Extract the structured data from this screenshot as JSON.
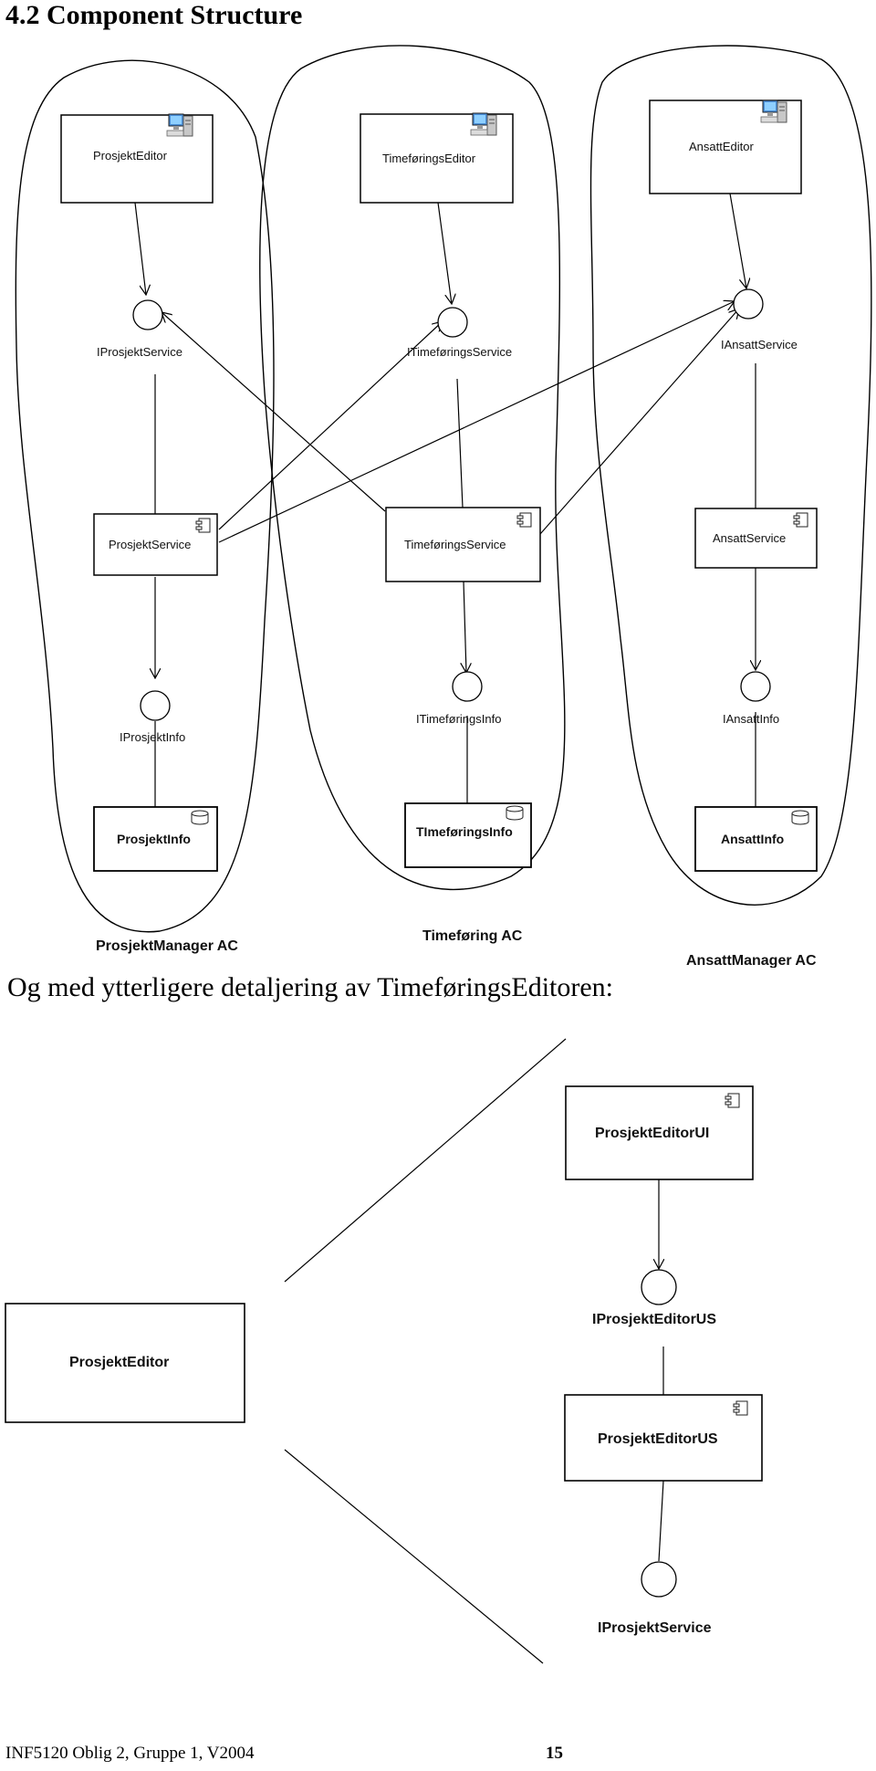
{
  "section": {
    "title": "4.2   Component Structure"
  },
  "diagram1": {
    "components": {
      "prosjekt_editor": "ProsjektEditor",
      "timeforings_editor": "TimeføringsEditor",
      "ansatt_editor": "AnsattEditor",
      "prosjekt_service": "ProsjektService",
      "timeforings_service": "TimeføringsService",
      "ansatt_service": "AnsattService",
      "prosjekt_info": "ProsjektInfo",
      "timeforings_info": "TImeføringsInfo",
      "ansatt_info": "AnsattInfo"
    },
    "interfaces": {
      "i_prosjekt_service": "IProsjektService",
      "i_timeforings_service": "ITimeføringsService",
      "i_ansatt_service": "IAnsattService",
      "i_prosjekt_info": "IProsjektInfo",
      "i_timeforings_info": "ITimeføringsInfo",
      "i_ansatt_info": "IAnsattInfo"
    },
    "groups": {
      "prosjekt_manager": "ProsjektManager AC",
      "timeforing": "Timeføring AC",
      "ansatt_manager": "AnsattManager AC"
    }
  },
  "intro_text": "Og med ytterligere detaljering av TimeføringsEditoren:",
  "diagram2": {
    "prosjekt_editor": "ProsjektEditor",
    "prosjekt_editor_ui": "ProsjektEditorUI",
    "i_prosjekt_editor_us": "IProsjektEditorUS",
    "prosjekt_editor_us": "ProsjektEditorUS",
    "i_prosjekt_service": "IProsjektService"
  },
  "footer": {
    "course": "INF5120 Oblig 2, Gruppe 1, V2004",
    "page_number": "15"
  }
}
